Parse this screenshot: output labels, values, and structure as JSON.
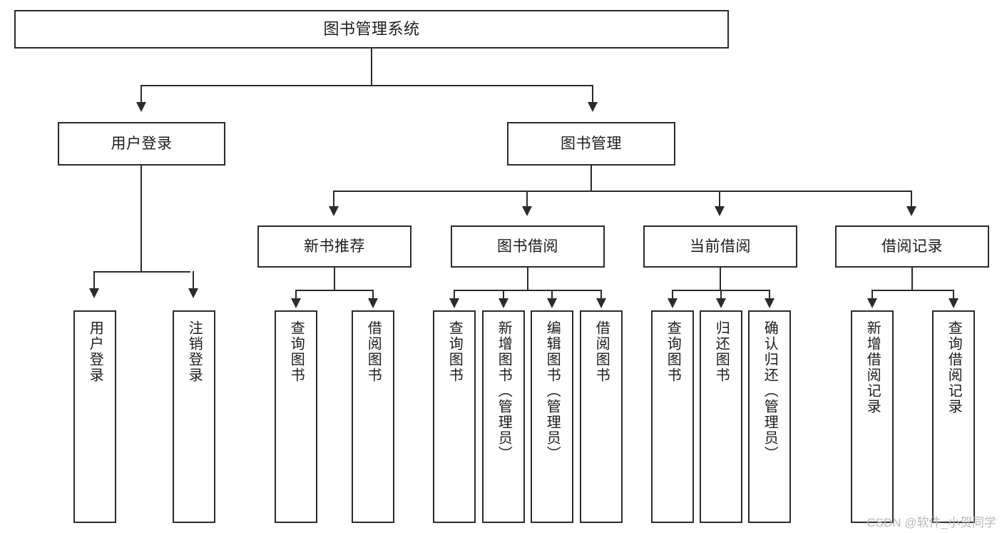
{
  "diagram": {
    "title": "图书管理系统",
    "type": "tree",
    "root": {
      "label": "图书管理系统"
    },
    "level2": [
      {
        "label": "用户登录"
      },
      {
        "label": "图书管理"
      }
    ],
    "level3": [
      {
        "label": "新书推荐"
      },
      {
        "label": "图书借阅"
      },
      {
        "label": "当前借阅"
      },
      {
        "label": "借阅记录"
      }
    ],
    "leaves": {
      "user_login": [
        {
          "label": "用户登录"
        },
        {
          "label": "注销登录"
        }
      ],
      "new_book": [
        {
          "label": "查询图书"
        },
        {
          "label": "借阅图书"
        }
      ],
      "borrow_book": [
        {
          "label": "查询图书"
        },
        {
          "label": "新增图书（管理员）"
        },
        {
          "label": "编辑图书（管理员）"
        },
        {
          "label": "借阅图书"
        }
      ],
      "current_borrow": [
        {
          "label": "查询图书"
        },
        {
          "label": "归还图书"
        },
        {
          "label": "确认归还（管理员）"
        }
      ],
      "borrow_record": [
        {
          "label": "新增借阅记录"
        },
        {
          "label": "查询借阅记录"
        }
      ]
    }
  },
  "watermark": {
    "text": "CSDN @软件_小贺同学"
  },
  "colors": {
    "stroke": "#2b2b2b",
    "background": "#ffffff",
    "text": "#1c1c1c",
    "watermark": "#b9b9b9"
  }
}
